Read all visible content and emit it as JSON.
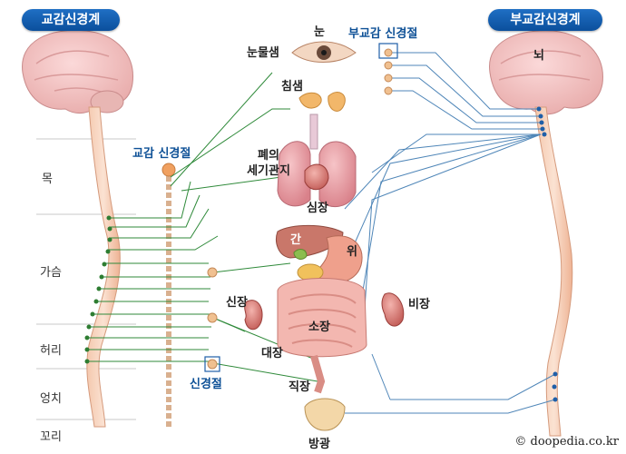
{
  "headers": {
    "left": "교감신경계",
    "right": "부교감신경계"
  },
  "regions": {
    "neck": "목",
    "chest": "가슴",
    "waist": "허리",
    "hip": "엉치",
    "tail": "꼬리"
  },
  "labels": {
    "sympathetic_ganglion": "교감 신경절",
    "ganglion": "신경절",
    "parasympathetic_ganglion": "부교감 신경절",
    "brain": "뇌",
    "eye": "눈",
    "lacrimal": "눈물샘",
    "salivary": "침샘",
    "lungs_line1": "폐의",
    "lungs_line2": "세기관지",
    "heart": "심장",
    "liver": "간",
    "stomach": "위",
    "kidney": "신장",
    "spleen": "비장",
    "small_intestine": "소장",
    "large_intestine": "대장",
    "rectum": "직장",
    "bladder": "방광"
  },
  "copyright": "© doopedia.co.kr",
  "colors": {
    "header_blue": "#0b4f9c",
    "sympathetic_line": "#2f8a3a",
    "parasympathetic_line": "#4f86b8",
    "spine": "#f2b99a",
    "ganglion_dot": "#2e7d32",
    "para_dot": "#1f5fa8"
  }
}
